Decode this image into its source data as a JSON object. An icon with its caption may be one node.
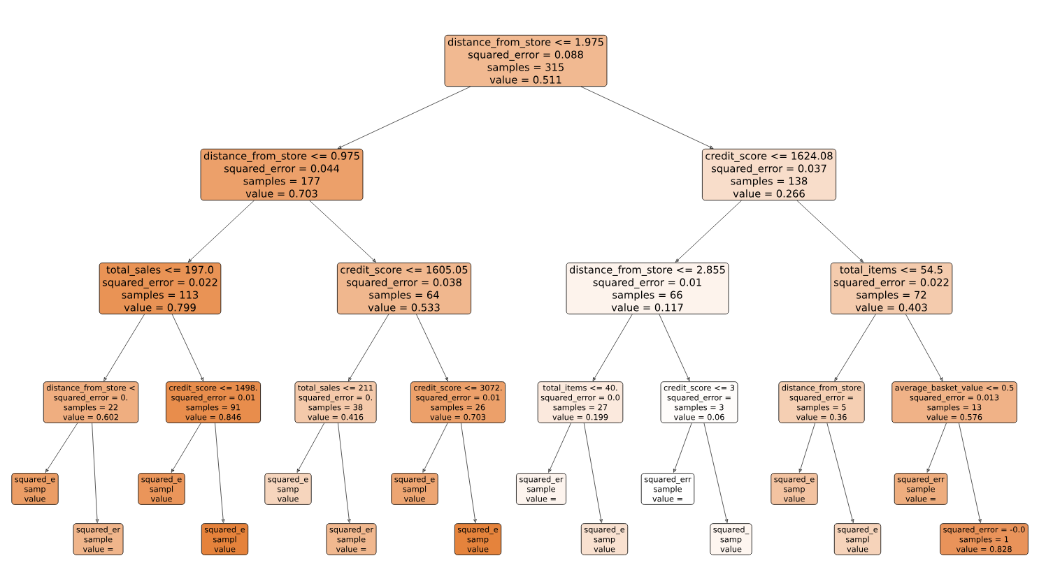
{
  "diagram": {
    "nodes": [
      {
        "text": [
          "distance_from_store <= 1.975",
          "squared_error = 0.088",
          "samples = 315",
          "value = 0.511"
        ]
      },
      {
        "text": [
          "distance_from_store <= 0.975",
          "squared_error = 0.044",
          "samples = 177",
          "value = 0.703"
        ]
      },
      {
        "text": [
          "credit_score <= 1624.08",
          "squared_error = 0.037",
          "samples = 138",
          "value = 0.266"
        ]
      },
      {
        "text": [
          "total_sales <= 197.0",
          "squared_error = 0.022",
          "samples = 113",
          "value = 0.799"
        ]
      },
      {
        "text": [
          "credit_score <= 1605.05",
          "squared_error = 0.038",
          "samples = 64",
          "value = 0.533"
        ]
      },
      {
        "text": [
          "distance_from_store <= 2.855",
          "squared_error = 0.01",
          "samples = 66",
          "value = 0.117"
        ]
      },
      {
        "text": [
          "total_items <= 54.5",
          "squared_error = 0.022",
          "samples = 72",
          "value = 0.403"
        ]
      },
      {
        "text": [
          "distance_from_store <",
          "squared_error = 0.",
          "samples = 22",
          "value = 0.602"
        ]
      },
      {
        "text": [
          "credit_score <= 1498.",
          "squared_error = 0.01",
          "samples = 91",
          "value = 0.846"
        ]
      },
      {
        "text": [
          "total_sales <= 211",
          "squared_error = 0.",
          "samples = 38",
          "value = 0.416"
        ]
      },
      {
        "text": [
          "credit_score <= 3072.",
          "squared_error = 0.01",
          "samples = 26",
          "value = 0.703"
        ]
      },
      {
        "text": [
          "total_items <= 40.",
          "squared_error = 0.0",
          "samples = 27",
          "value = 0.199"
        ]
      },
      {
        "text": [
          "credit_score <= 3",
          "squared_error =",
          "samples = 3",
          "value = 0.06"
        ]
      },
      {
        "text": [
          "distance_from_store",
          "squared_error =",
          "samples = 5",
          "value = 0.36"
        ]
      },
      {
        "text": [
          "average_basket_value <= 0.5",
          "squared_error = 0.013",
          "samples = 13",
          "value = 0.576"
        ]
      },
      {
        "text": [
          "squared_e",
          "samp",
          "value"
        ]
      },
      {
        "text": [
          "squared_er",
          "sample",
          "value ="
        ]
      },
      {
        "text": [
          "squared_e",
          "sampl",
          "value"
        ]
      },
      {
        "text": [
          "squared_e",
          "sampl",
          "value"
        ]
      },
      {
        "text": [
          "squared_e",
          "samp",
          "value"
        ]
      },
      {
        "text": [
          "squared_er",
          "sample",
          "value ="
        ]
      },
      {
        "text": [
          "squared_e",
          "sampl",
          "value"
        ]
      },
      {
        "text": [
          "squared_e",
          "samp",
          "value"
        ]
      },
      {
        "text": [
          "squared_er",
          "sample",
          "value ="
        ]
      },
      {
        "text": [
          "squared_e",
          "samp",
          "value"
        ]
      },
      {
        "text": [
          "squared_err",
          "sample",
          "value ="
        ]
      },
      {
        "text": [
          "squared_",
          "samp",
          "value"
        ]
      },
      {
        "text": [
          "squared_e",
          "samp",
          "value"
        ]
      },
      {
        "text": [
          "squared_e",
          "sampl",
          "value"
        ]
      },
      {
        "text": [
          "squared_err",
          "sample",
          "value ="
        ]
      },
      {
        "text": [
          "squared_error = -0.0",
          "samples = 1",
          "value = 0.828"
        ]
      }
    ],
    "edges": [
      {
        "from": 0,
        "to": 1,
        "arrow": "to"
      },
      {
        "from": 0,
        "to": 2,
        "arrow": "to"
      },
      {
        "from": 1,
        "to": 3,
        "arrow": "to"
      },
      {
        "from": 1,
        "to": 4,
        "arrow": "to"
      },
      {
        "from": 2,
        "to": 5,
        "arrow": "to"
      },
      {
        "from": 2,
        "to": 6,
        "arrow": "to"
      },
      {
        "from": 3,
        "to": 7,
        "arrow": "to"
      },
      {
        "from": 3,
        "to": 8,
        "arrow": "to"
      },
      {
        "from": 4,
        "to": 9,
        "arrow": "to"
      },
      {
        "from": 4,
        "to": 10,
        "arrow": "to"
      },
      {
        "from": 5,
        "to": 11,
        "arrow": "to"
      },
      {
        "from": 5,
        "to": 12,
        "arrow": "to"
      },
      {
        "from": 6,
        "to": 13,
        "arrow": "to"
      },
      {
        "from": 6,
        "to": 14,
        "arrow": "to"
      },
      {
        "from": 7,
        "to": 15,
        "arrow": "to"
      },
      {
        "from": 7,
        "to": 16,
        "arrow": "to"
      },
      {
        "from": 8,
        "to": 17,
        "arrow": "to"
      },
      {
        "from": 8,
        "to": 18,
        "arrow": "to"
      },
      {
        "from": 9,
        "to": 19,
        "arrow": "to"
      },
      {
        "from": 9,
        "to": 20,
        "arrow": "to"
      },
      {
        "from": 10,
        "to": 21,
        "arrow": "to"
      },
      {
        "from": 10,
        "to": 22,
        "arrow": "to"
      },
      {
        "from": 11,
        "to": 23,
        "arrow": "to"
      },
      {
        "from": 11,
        "to": 24,
        "arrow": "to"
      },
      {
        "from": 12,
        "to": 25,
        "arrow": "to"
      },
      {
        "from": 12,
        "to": 26,
        "arrow": "to"
      },
      {
        "from": 13,
        "to": 27,
        "arrow": "to"
      },
      {
        "from": 13,
        "to": 28,
        "arrow": "to"
      },
      {
        "from": 14,
        "to": 29,
        "arrow": "to"
      },
      {
        "from": 14,
        "to": 30,
        "arrow": "to"
      }
    ]
  }
}
